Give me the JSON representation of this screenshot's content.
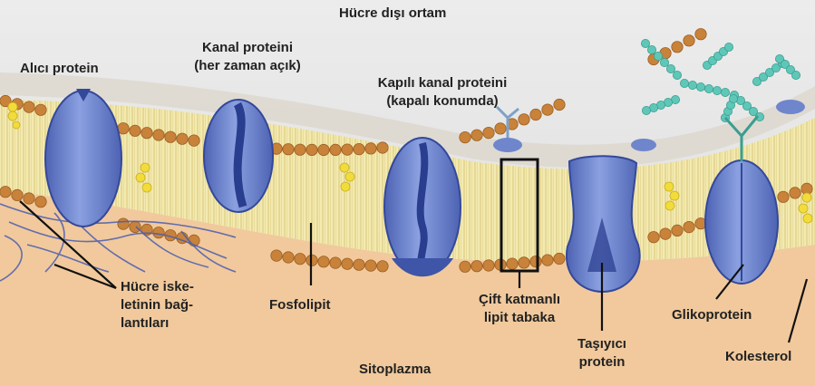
{
  "diagram": {
    "labels": {
      "extracellular": "Hücre dışı ortam",
      "receptor_protein": "Alıcı protein",
      "channel_protein_line1": "Kanal proteini",
      "channel_protein_line2": "(her zaman açık)",
      "gated_channel_line1": "Kapılı kanal proteini",
      "gated_channel_line2": "(kapalı konumda)",
      "cytoskeleton_line1": "Hücre iske-",
      "cytoskeleton_line2": "letinin bağ-",
      "cytoskeleton_line3": "lantıları",
      "phospholipid": "Fosfolipit",
      "bilayer_line1": "Çift katmanlı",
      "bilayer_line2": "lipit tabaka",
      "cytoplasm": "Sitoplazma",
      "carrier_line1": "Taşıyıcı",
      "carrier_line2": "protein",
      "glycoprotein": "Glikoprotein",
      "cholesterol": "Kolesterol"
    },
    "colors": {
      "background_top": "#e6e6e6",
      "cytoplasm": "#f0c89a",
      "lipid_head": "#c8823a",
      "lipid_tail": "#f0e6a0",
      "protein": "#6f86cc",
      "protein_dark": "#3e55a8",
      "sugar_chain": "#5fc7b8",
      "cholesterol": "#f2dc3a",
      "cytoskeleton": "#4a5db0",
      "leader_line": "#111111"
    }
  }
}
